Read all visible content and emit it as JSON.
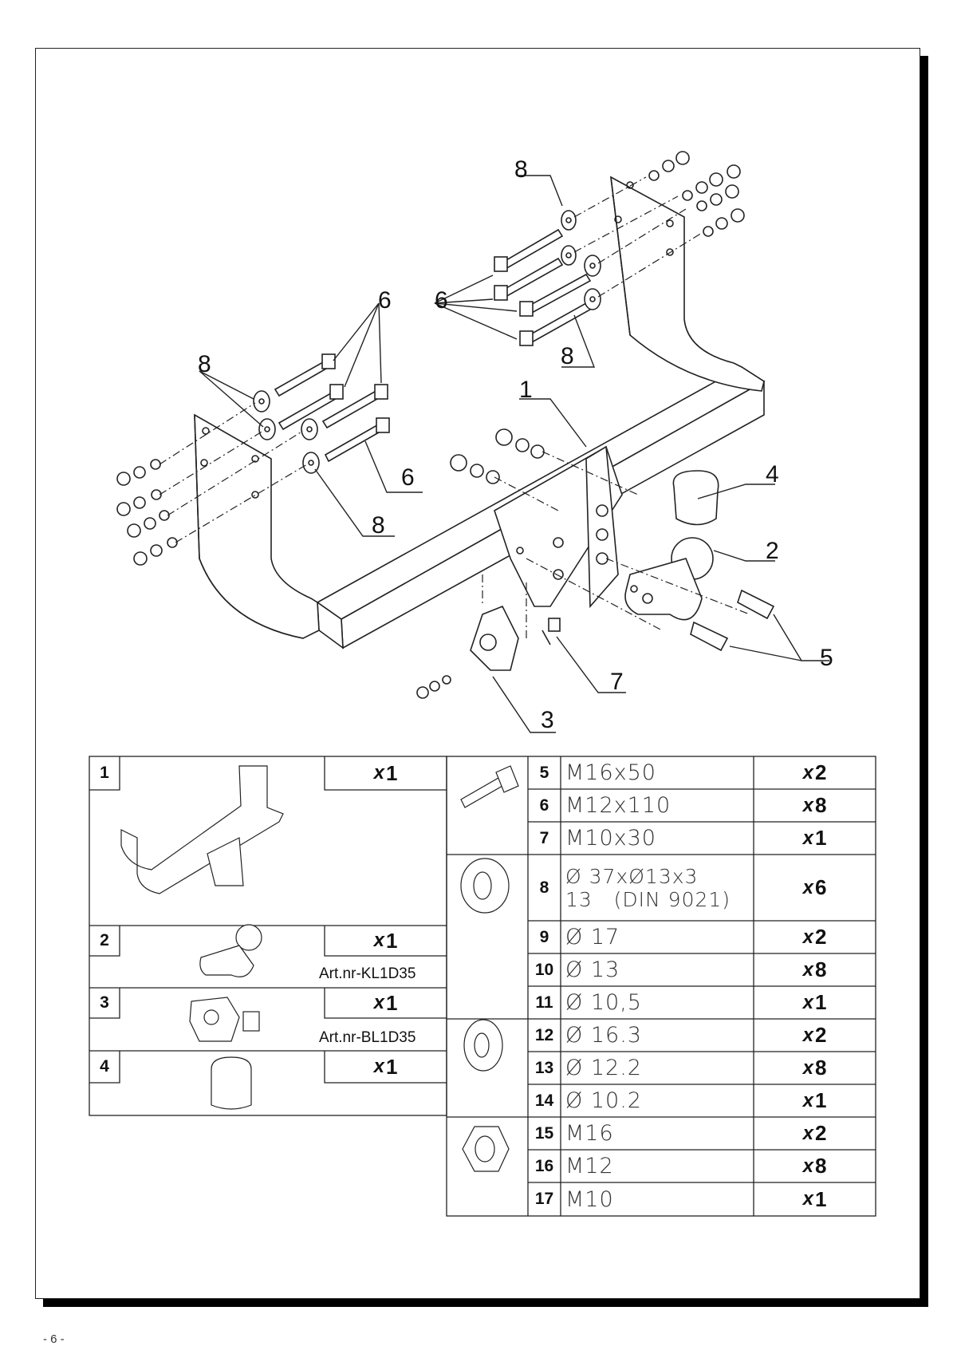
{
  "page_number": "- 6 -",
  "callouts": {
    "c1": "1",
    "c2": "2",
    "c3": "3",
    "c4": "4",
    "c5": "5",
    "c6a": "6",
    "c6b": "6",
    "c6c": "6",
    "c7": "7",
    "c8a": "8",
    "c8b": "8",
    "c8c": "8",
    "c8d": "8"
  },
  "parts_left": [
    {
      "num": "1",
      "qty_prefix": "x",
      "qty": "1",
      "art": ""
    },
    {
      "num": "2",
      "qty_prefix": "x",
      "qty": "1",
      "art": "Art.nr-KL1D35"
    },
    {
      "num": "3",
      "qty_prefix": "x",
      "qty": "1",
      "art": "Art.nr-BL1D35"
    },
    {
      "num": "4",
      "qty_prefix": "x",
      "qty": "1",
      "art": ""
    }
  ],
  "parts_right": [
    {
      "num": "5",
      "spec": "M16x50",
      "qty_prefix": "x",
      "qty": "2"
    },
    {
      "num": "6",
      "spec": "M12x110",
      "qty_prefix": "x",
      "qty": "8"
    },
    {
      "num": "7",
      "spec": "M10x30",
      "qty_prefix": "x",
      "qty": "1"
    },
    {
      "num": "8",
      "spec": "Ø 37xØ13x3",
      "spec2": "13   (DIN 9021)",
      "qty_prefix": "x",
      "qty": "6"
    },
    {
      "num": "9",
      "spec": "Ø 17",
      "qty_prefix": "x",
      "qty": "2"
    },
    {
      "num": "10",
      "spec": "Ø 13",
      "qty_prefix": "x",
      "qty": "8"
    },
    {
      "num": "11",
      "spec": "Ø 10,5",
      "qty_prefix": "x",
      "qty": "1"
    },
    {
      "num": "12",
      "spec": "Ø 16.3",
      "qty_prefix": "x",
      "qty": "2"
    },
    {
      "num": "13",
      "spec": "Ø 12.2",
      "qty_prefix": "x",
      "qty": "8"
    },
    {
      "num": "14",
      "spec": "Ø 10.2",
      "qty_prefix": "x",
      "qty": "1"
    },
    {
      "num": "15",
      "spec": "M16",
      "qty_prefix": "x",
      "qty": "2"
    },
    {
      "num": "16",
      "spec": "M12",
      "qty_prefix": "x",
      "qty": "8"
    },
    {
      "num": "17",
      "spec": "M10",
      "qty_prefix": "x",
      "qty": "1"
    }
  ]
}
